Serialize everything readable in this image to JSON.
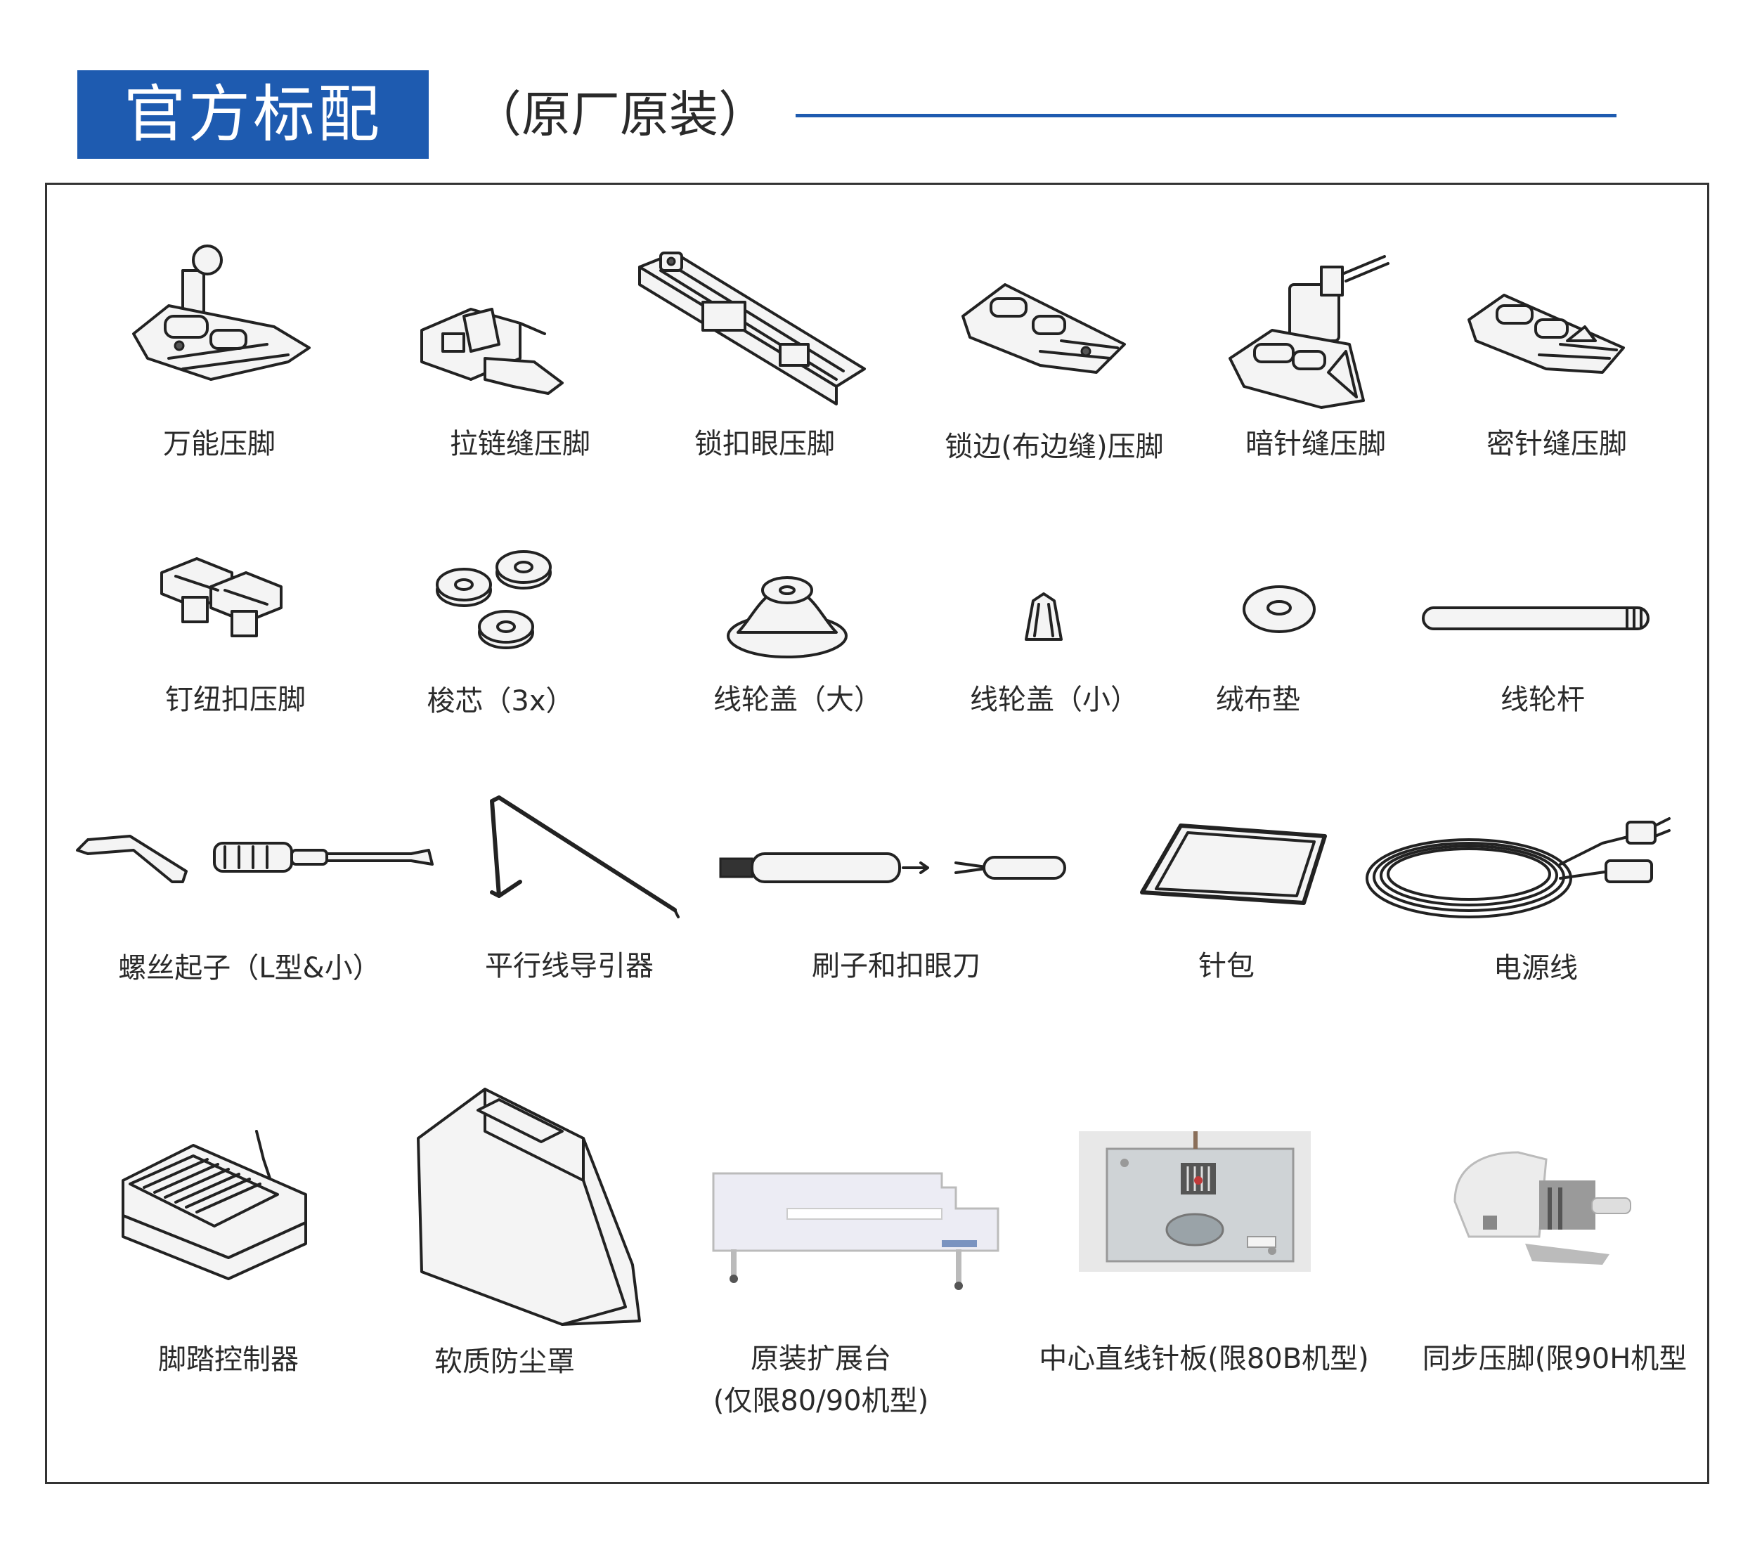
{
  "header": {
    "title": "官方标配",
    "subtitle": "（原厂原装）"
  },
  "items": [
    {
      "label": "万能压脚",
      "icon": "universal-presser-foot-icon"
    },
    {
      "label": "拉链缝压脚",
      "icon": "zipper-foot-icon"
    },
    {
      "label": "锁扣眼压脚",
      "icon": "buttonhole-foot-icon"
    },
    {
      "label": "锁边(布边缝)压脚",
      "icon": "overcasting-foot-icon"
    },
    {
      "label": "暗针缝压脚",
      "icon": "blind-stitch-foot-icon"
    },
    {
      "label": "密针缝压脚",
      "icon": "satin-stitch-foot-icon"
    },
    {
      "label": "钉纽扣压脚",
      "icon": "button-sewing-foot-icon"
    },
    {
      "label": "梭芯（3x）",
      "icon": "bobbin-icon"
    },
    {
      "label": "线轮盖（大）",
      "icon": "spool-cap-large-icon"
    },
    {
      "label": "线轮盖（小）",
      "icon": "spool-cap-small-icon"
    },
    {
      "label": "绒布垫",
      "icon": "felt-pad-icon"
    },
    {
      "label": "线轮杆",
      "icon": "spool-pin-icon"
    },
    {
      "label": "螺丝起子（L型&小）",
      "icon": "screwdriver-icon"
    },
    {
      "label": "平行线导引器",
      "icon": "quilting-guide-icon"
    },
    {
      "label": "刷子和扣眼刀",
      "icon": "brush-seam-ripper-icon"
    },
    {
      "label": "针包",
      "icon": "needle-pack-icon"
    },
    {
      "label": "电源线",
      "icon": "power-cord-icon"
    },
    {
      "label": "脚踏控制器",
      "icon": "foot-controller-icon"
    },
    {
      "label": "软质防尘罩",
      "icon": "dust-cover-icon"
    },
    {
      "label": "原装扩展台",
      "label2": "(仅限80/90机型)",
      "icon": "extension-table-icon"
    },
    {
      "label": "中心直线针板(限80B机型)",
      "icon": "needle-plate-icon"
    },
    {
      "label": "同步压脚(限90H机型",
      "icon": "walking-foot-icon"
    }
  ]
}
